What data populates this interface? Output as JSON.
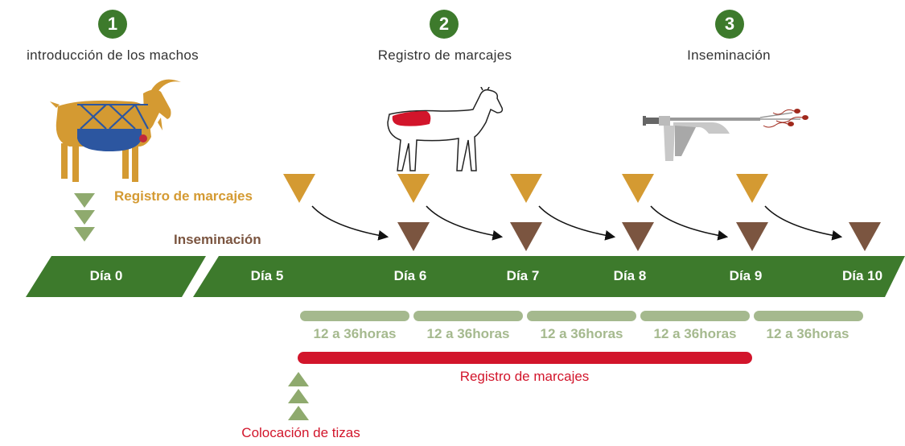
{
  "steps": [
    {
      "number": "1",
      "title": "introducción de los machos"
    },
    {
      "number": "2",
      "title": "Registro de marcajes"
    },
    {
      "number": "3",
      "title": "Inseminación"
    }
  ],
  "legend": {
    "marking": "Registro de marcajes",
    "insemination": "Inseminación"
  },
  "timeline": {
    "days": [
      "Día 0",
      "Día 5",
      "Día 6",
      "Día 7",
      "Día 8",
      "Día 9",
      "Día 10"
    ]
  },
  "hour_windows": [
    "12 a 36horas",
    "12 a 36horas",
    "12 a 36horas",
    "12 a 36horas",
    "12 a 36horas"
  ],
  "marking_period_label": "Registro de marcajes",
  "chalk_label": "Colocación de tizas",
  "colors": {
    "timeline_green": "#3d7a2c",
    "marking_triangle": "#d49a32",
    "insemination_triangle": "#7b5540",
    "window_bar": "#a5b98e",
    "red_bar": "#d2152b",
    "goat_body": "#d49a32",
    "apron_blue": "#2c56a0"
  },
  "icons": [
    "goat-with-apron-icon",
    "goat-outline-icon",
    "insemination-gun-icon"
  ]
}
